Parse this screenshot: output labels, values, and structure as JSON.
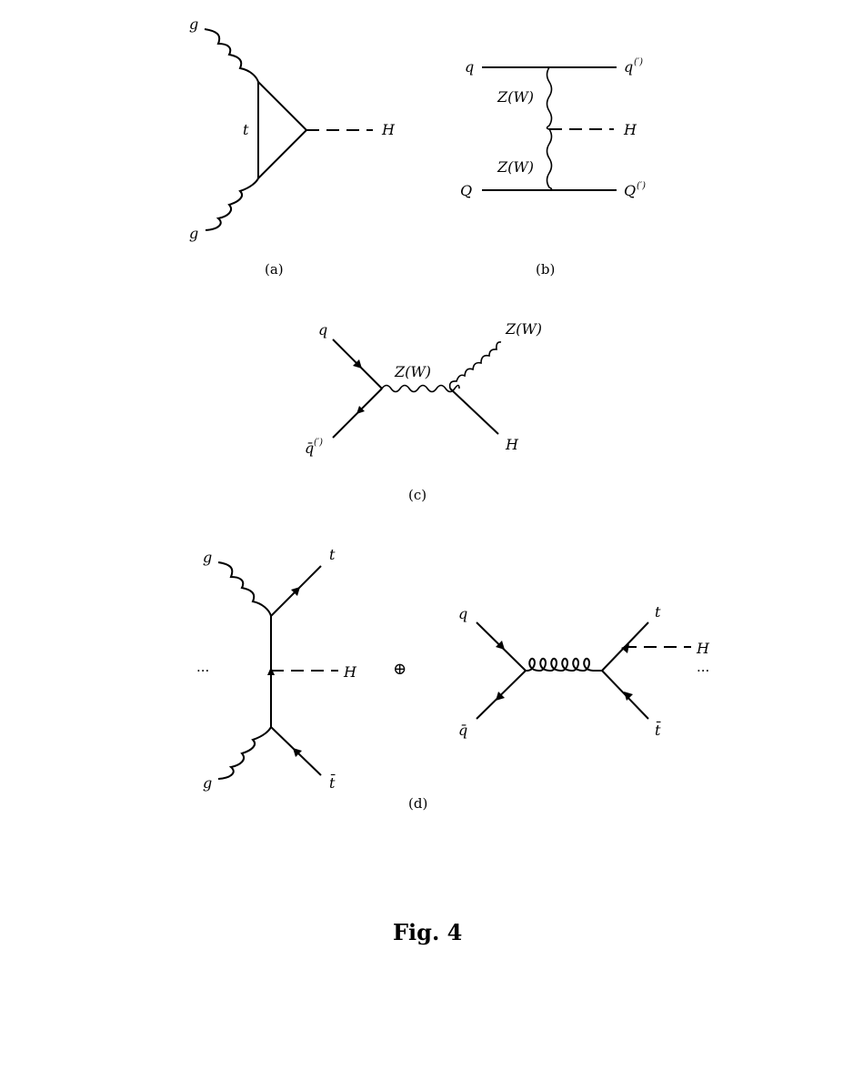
{
  "diagram_a": {
    "label_g_top": "g",
    "label_g_bottom": "g",
    "label_top_quark": "t",
    "label_higgs": "H",
    "caption": "(a)"
  },
  "diagram_b": {
    "label_q_in": "q",
    "label_q_out": "q",
    "label_q_out_sup": "(′)",
    "label_Q_in": "Q",
    "label_Q_out": "Q",
    "label_Q_out_sup": "(′)",
    "label_boson_upper": "Z(W)",
    "label_boson_lower": "Z(W)",
    "label_higgs": "H",
    "caption": "(b)"
  },
  "diagram_c": {
    "label_q": "q",
    "label_qbar": "q̄",
    "label_qbar_sup": "(′)",
    "label_boson_internal": "Z(W)",
    "label_boson_out": "Z(W)",
    "label_higgs": "H",
    "caption": "(c)"
  },
  "diagram_d": {
    "left": {
      "label_g_top": "g",
      "label_g_bottom": "g",
      "label_t": "t",
      "label_tbar": "t̄",
      "label_higgs": "H",
      "ellipsis": "···"
    },
    "oplus": "⊕",
    "right": {
      "label_q": "q",
      "label_qbar": "q̄",
      "label_t": "t",
      "label_tbar": "t̄",
      "label_higgs": "H",
      "ellipsis": "···"
    },
    "caption": "(d)"
  },
  "figure_title": "Fig. 4"
}
